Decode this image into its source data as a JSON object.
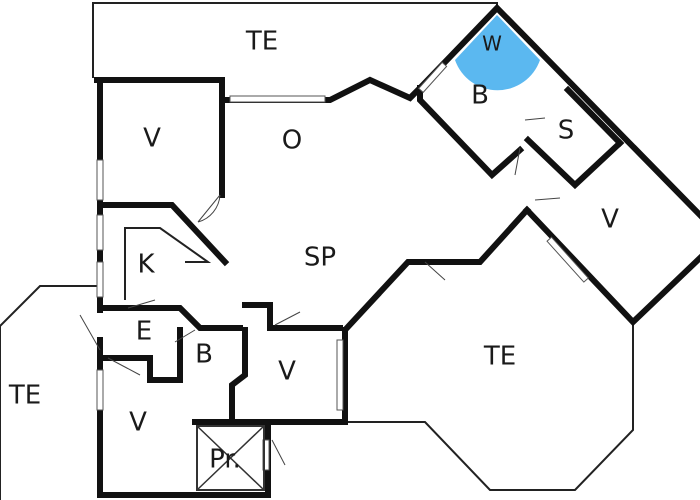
{
  "rooms": {
    "terrace_top": "TE",
    "wc": "W",
    "bath_upper": "B",
    "storage_upper": "S",
    "vestibule_upper_left": "V",
    "living": "O",
    "kitchen": "K",
    "main_room": "SP",
    "room_right": "V",
    "terrace_right": "TE",
    "entry": "E",
    "bath_lower": "B",
    "vestibule_mid": "V",
    "terrace_left": "TE",
    "vestibule_lower_left": "V",
    "utility": "Pr."
  },
  "colors": {
    "wall": "#111111",
    "wc_fixture": "#5bb8f0",
    "background": "#ffffff"
  }
}
